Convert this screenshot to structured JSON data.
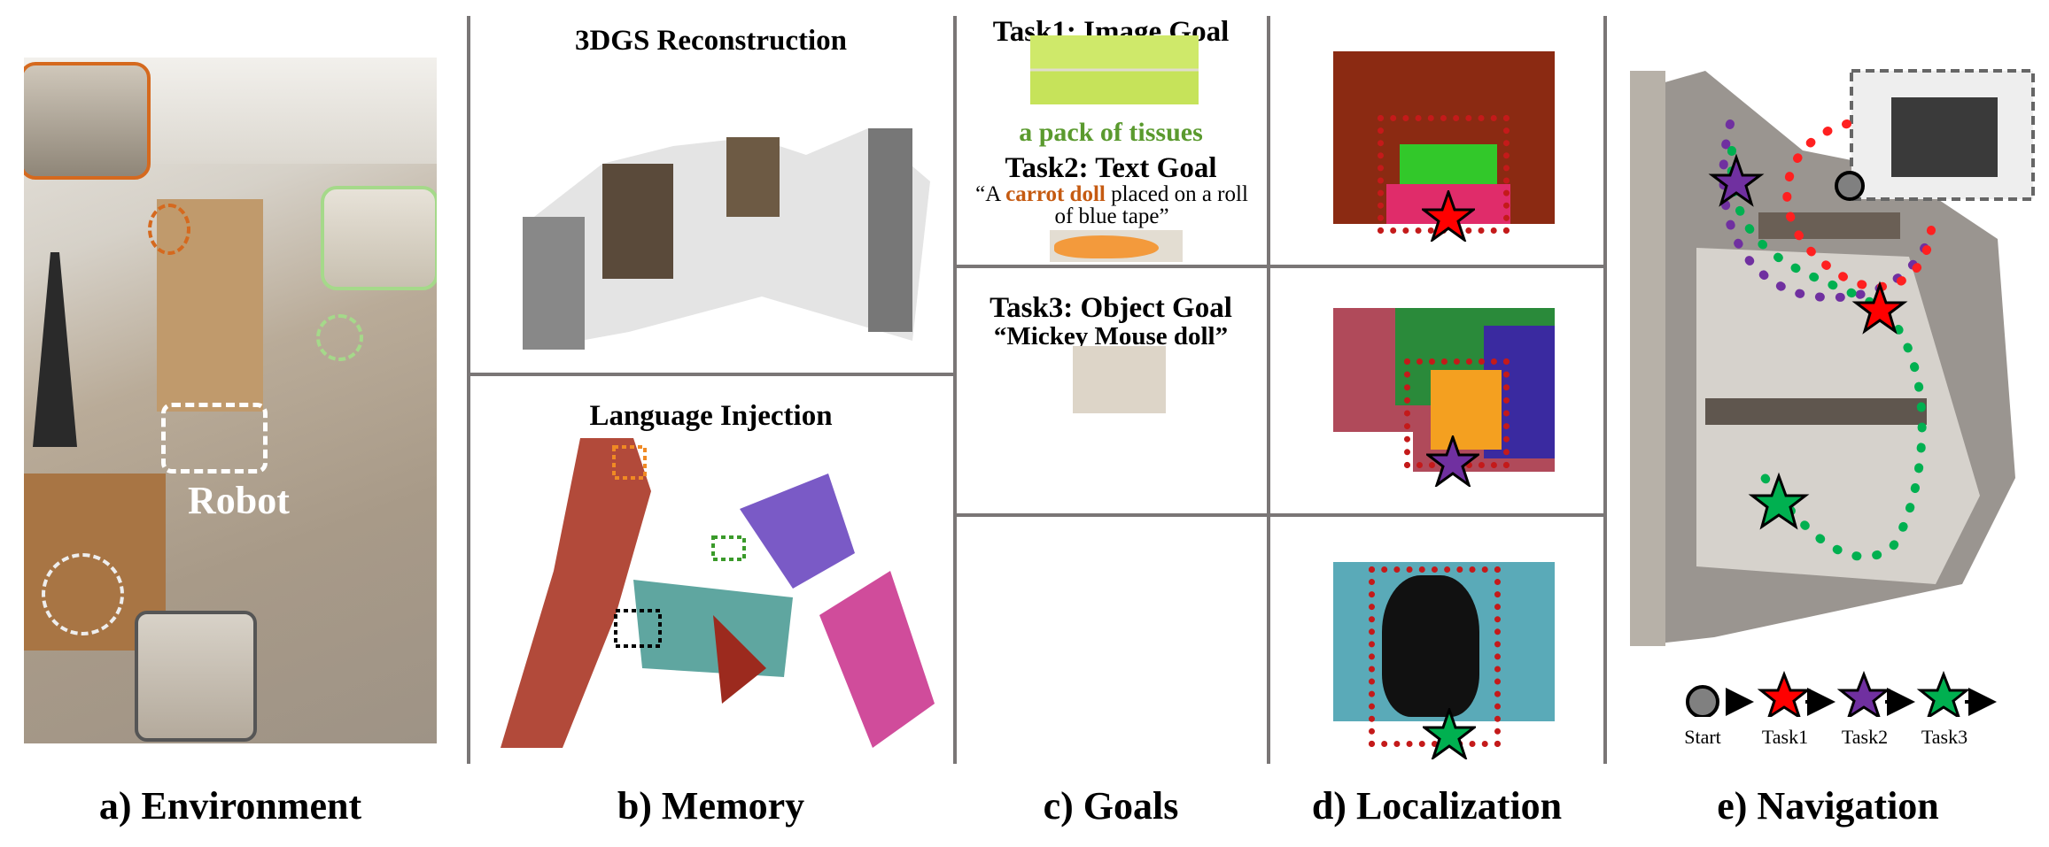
{
  "panels": {
    "environment": {
      "caption": "a) Environment",
      "robot_label": "Robot"
    },
    "memory": {
      "caption": "b) Memory",
      "top_title": "3DGS Reconstruction",
      "bottom_title": "Language Injection"
    },
    "goals": {
      "caption": "c) Goals",
      "task1": {
        "title": "Task1: Image Goal",
        "description": "a pack of tissues"
      },
      "task2": {
        "title": "Task2: Text Goal",
        "quote_open": "“A ",
        "highlight": "carrot doll",
        "quote_rest": " placed on a roll of blue tape”"
      },
      "task3": {
        "title": "Task3: Object Goal",
        "description": "“Mickey Mouse doll”"
      }
    },
    "localization": {
      "caption": "d) Localization"
    },
    "navigation": {
      "caption": "e) Navigation",
      "legend": [
        {
          "label": "Start",
          "marker": "circle",
          "color": "#808080"
        },
        {
          "label": "Task1",
          "marker": "star",
          "color": "#ff0000"
        },
        {
          "label": "Task2",
          "marker": "star",
          "color": "#7030a0"
        },
        {
          "label": "Task3",
          "marker": "star",
          "color": "#00b050"
        }
      ]
    }
  },
  "colors": {
    "task1_text": "#5a9a2e",
    "carrot_text": "#c55a11",
    "divider": "#7a7676",
    "box_red": "#c41a1a"
  }
}
